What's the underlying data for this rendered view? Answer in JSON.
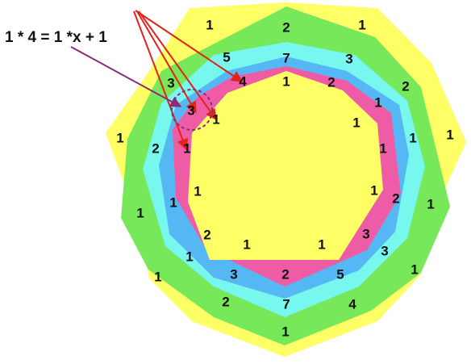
{
  "equation": "1 * 4 = 1 *x + 1",
  "colors": {
    "ring_outer": "#ffff66",
    "ring_2": "#77e85a",
    "ring_3": "#77f7ee",
    "ring_4": "#55b8f5",
    "ring_5": "#ee5ca6",
    "center": "#ffff66",
    "arrow_red": "#e2231a",
    "arrow_purple": "#8e2a7a"
  },
  "numbers": {
    "n01": "1",
    "n02": "2",
    "n03": "1",
    "n04": "5",
    "n05": "7",
    "n06": "3",
    "n07": "3",
    "n08": "4",
    "n09": "1",
    "n10": "2",
    "n11": "2",
    "n12": "3",
    "n13": "1",
    "n14": "1",
    "n15": "1",
    "n16": "2",
    "n17": "1",
    "n18": "1",
    "n19": "1",
    "n20": "1",
    "n21": "1",
    "n22": "1",
    "n23": "1",
    "n24": "2",
    "n25": "1",
    "n26": "2",
    "n27": "1",
    "n28": "1",
    "n29": "3",
    "n30": "3",
    "n31": "1",
    "n32": "3",
    "n33": "2",
    "n34": "5",
    "n35": "1",
    "n36": "1",
    "n37": "2",
    "n38": "7",
    "n39": "4",
    "n40": "1"
  }
}
